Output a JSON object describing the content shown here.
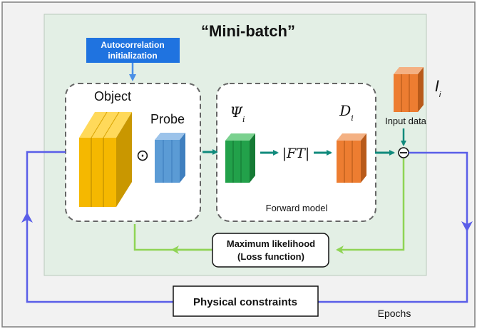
{
  "title": "“Mini-batch”",
  "init_box": {
    "line1": "Autocorrelation",
    "line2": "initialization"
  },
  "object_label": "Object",
  "probe_label": "Probe",
  "odot_symbol": "⊙",
  "psi": {
    "symbol": "Ψ",
    "subscript": "i"
  },
  "ft_label": "|FT|",
  "d": {
    "symbol": "D",
    "subscript": "i"
  },
  "input_image": {
    "symbol": "I",
    "subscript": "i"
  },
  "input_data_label": "Input data",
  "minus_symbol": "⊖",
  "forward_model_label": "Forward model",
  "ml_box": {
    "line1": "Maximum likelihood",
    "line2": "(Loss function)"
  },
  "constraints_label": "Physical constraints",
  "epochs_label": "Epochs",
  "colors": {
    "outer_bg": "#f2f2f2",
    "panel_bg": "#e3efe5",
    "init_box": "#1f73e0",
    "object": "#f5b800",
    "probe": "#5b9bd5",
    "psi": "#22a14a",
    "d": "#ed7d31",
    "teal_arrow": "#108a7c",
    "green_line": "#8fd455",
    "blue_line": "#5a5ee8",
    "init_arrow": "#4a8fe6"
  }
}
